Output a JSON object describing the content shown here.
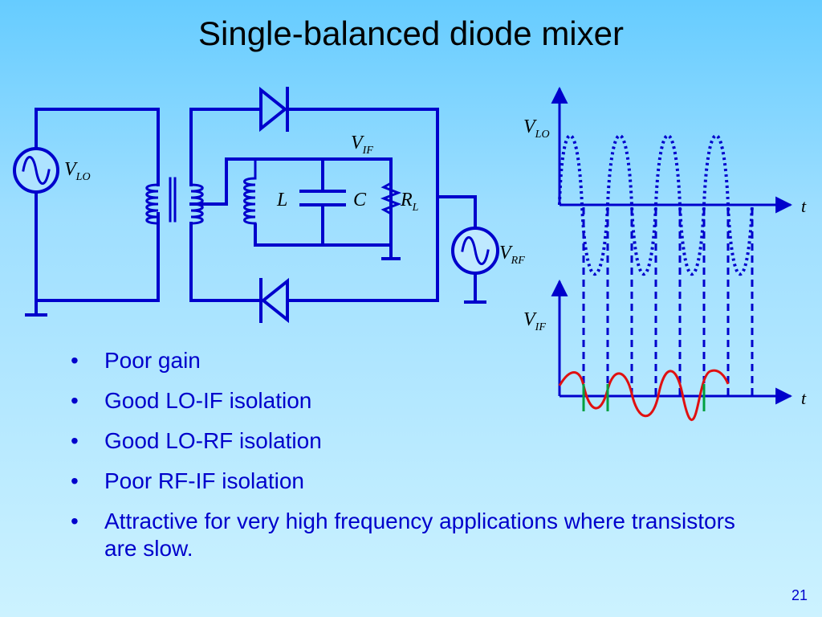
{
  "slide": {
    "title": "Single-balanced diode mixer",
    "page_number": "21"
  },
  "circuit": {
    "source_lo": {
      "label": "V",
      "sub": "LO"
    },
    "source_rf": {
      "label": "V",
      "sub": "RF"
    },
    "output": {
      "label": "V",
      "sub": "IF"
    },
    "inductor": {
      "label": "L"
    },
    "capacitor": {
      "label": "C"
    },
    "resistor": {
      "label": "R",
      "sub": "L"
    }
  },
  "waveforms": {
    "lo_axis": {
      "label": "V",
      "sub": "LO",
      "time": "t"
    },
    "if_axis": {
      "label": "V",
      "sub": "IF",
      "time": "t"
    }
  },
  "colors": {
    "wire": "#0000cc",
    "if_wave": "#e01010",
    "switch_marks": "#00a040",
    "text": "#0000cc"
  },
  "bullets": [
    "Poor gain",
    "Good LO-IF isolation",
    "Good LO-RF isolation",
    "Poor RF-IF isolation",
    "Attractive for very high frequency applications where transistors are slow."
  ]
}
